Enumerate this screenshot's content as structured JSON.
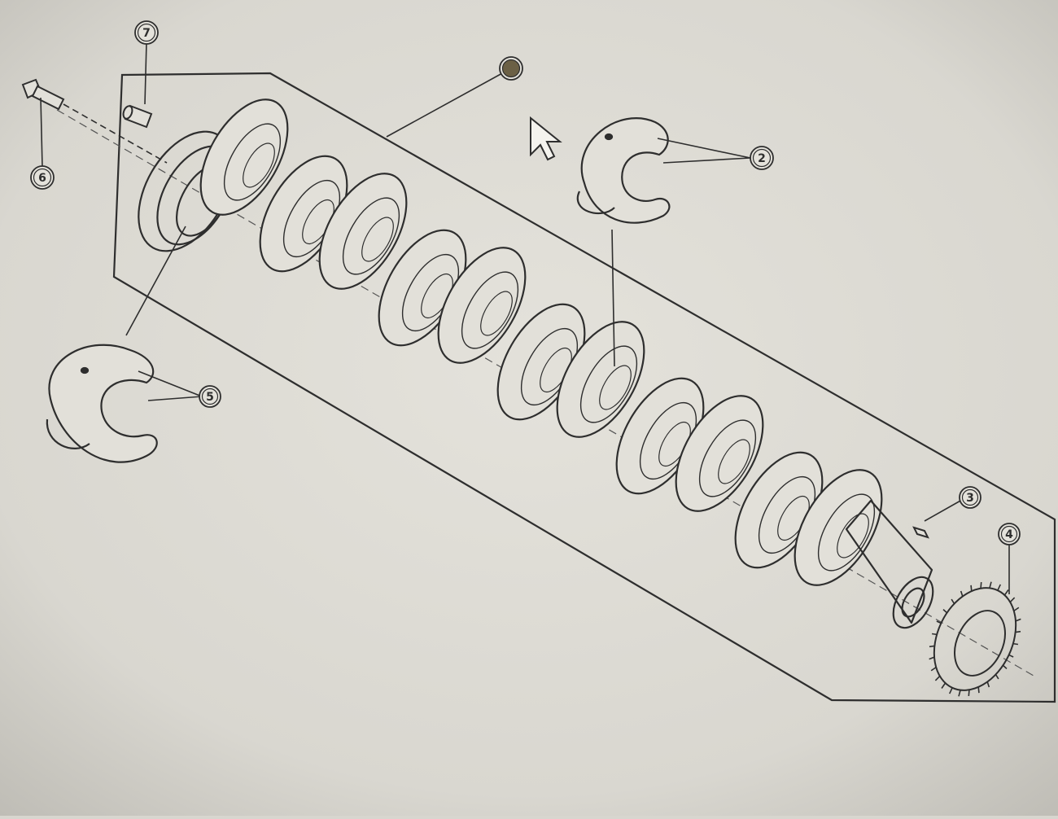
{
  "diagram": {
    "colors": {
      "paper": "#dddbd4",
      "ink": "#2e2e2e",
      "shade": "#8d8b86"
    },
    "callouts": [
      {
        "id": "callout-1",
        "label": "",
        "filled": true
      },
      {
        "id": "callout-2",
        "label": "2",
        "filled": false
      },
      {
        "id": "callout-3",
        "label": "3",
        "filled": false
      },
      {
        "id": "callout-4",
        "label": "4",
        "filled": false
      },
      {
        "id": "callout-5",
        "label": "5",
        "filled": false
      },
      {
        "id": "callout-6",
        "label": "6",
        "filled": false
      },
      {
        "id": "callout-7",
        "label": "7",
        "filled": false
      }
    ],
    "icons": {
      "cursor": "mouse-pointer-icon"
    }
  }
}
